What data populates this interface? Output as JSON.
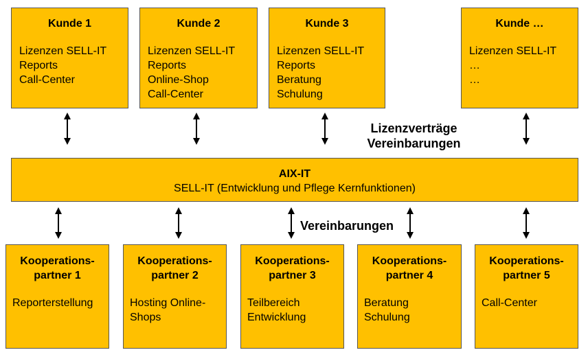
{
  "customers": [
    {
      "title": "Kunde  1",
      "lines": [
        "Lizenzen  SELL-IT",
        "Reports",
        "Call-Center"
      ]
    },
    {
      "title": "Kunde  2",
      "lines": [
        "Lizenzen  SELL-IT",
        "Reports",
        "Online-Shop",
        "Call-Center"
      ]
    },
    {
      "title": "Kunde  3",
      "lines": [
        "Lizenzen  SELL-IT",
        "Reports",
        "Beratung",
        "Schulung"
      ]
    },
    {
      "title": "Kunde  …",
      "lines": [
        "Lizenzen  SELL-IT",
        "…",
        "…"
      ]
    }
  ],
  "center": {
    "title": "AIX-IT",
    "subtitle": "SELL-IT  (Entwicklung  und  Pflege  Kernfunktionen)"
  },
  "labels": {
    "top_line1": "Lizenzverträge",
    "top_line2": "Vereinbarungen",
    "bottom": "Vereinbarungen"
  },
  "partners": [
    {
      "title": "Kooperations-\npartner  1",
      "lines": [
        "Reporterstellung"
      ]
    },
    {
      "title": "Kooperations-\npartner  2",
      "lines": [
        "Hosting  Online-",
        "Shops"
      ]
    },
    {
      "title": "Kooperations-\npartner  3",
      "lines": [
        "Teilbereich",
        "Entwicklung"
      ]
    },
    {
      "title": "Kooperations-\npartner  4",
      "lines": [
        "Beratung",
        "Schulung"
      ]
    },
    {
      "title": "Kooperations-\npartner  5",
      "lines": [
        "Call-Center"
      ]
    }
  ],
  "colors": {
    "box_fill": "#ffc000",
    "box_border": "#555555",
    "arrow": "#000000"
  },
  "icons": [
    "double-arrow-icon"
  ]
}
